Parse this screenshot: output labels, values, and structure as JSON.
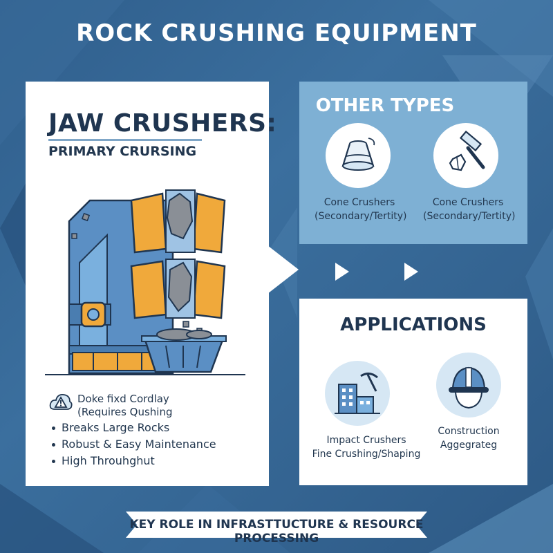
{
  "title": "ROCK CRUSHING EQUIPMENT",
  "jaw": {
    "heading": "JAW CRUSHERS:",
    "subheading": "PRIMARY CRURSING",
    "warning_line1": "Doke fixd Cordlay",
    "warning_line2": "(Requires Qushing",
    "bullets": [
      "Breaks Large Rocks",
      "Robust & Easy Maintenance",
      "High Throuhghut"
    ]
  },
  "other_types": {
    "heading": "OTHER TYPES",
    "items": [
      {
        "name": "Cone Crushers",
        "sub": "(Secondary/Tertity)",
        "icon": "cone-crusher-icon"
      },
      {
        "name": "Cone Crushers",
        "sub": "(Secondary/Tertity)",
        "icon": "hammer-rock-icon"
      }
    ]
  },
  "applications": {
    "heading": "APPLICATIONS",
    "items": [
      {
        "line1": "Impact Crushers",
        "line2": "Fine Crushing/Shaping",
        "icon": "building-construction-icon"
      },
      {
        "line1": "Construction",
        "line2": "Aggegrateg",
        "icon": "hard-hat-icon"
      }
    ]
  },
  "banner": "KEY ROLE IN INFRASTTUCTURE & RESOURCE PROCESSING",
  "colors": {
    "background": "#2f5e8c",
    "accent": "#f0a93b",
    "panel_blue": "#7eb0d4",
    "dark_text": "#1f3550"
  }
}
